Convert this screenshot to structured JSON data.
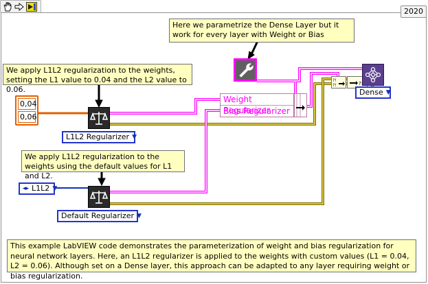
{
  "toolbar": {
    "icons": [
      "hand-tool-icon",
      "run-arrow-icon",
      "labview-icon"
    ]
  },
  "version_badge": "2020",
  "notes": {
    "dense_note": "Here we parametrize the Dense Layer but it work for every layer with Weight or Bias",
    "custom_note": "We apply L1L2 regularization to the weights, setting the L1 value to 0.04 and the L2 value to 0.06.",
    "default_note": "We apply L1L2 regularization to the weights using the default values for L1 and L2.",
    "description": "This example LabVIEW code demonstrates the parameterization of weight and bias regularization for neural network layers. Here, an L1L2 regularizer is applied to the weights with custom values (L1 = 0.04, L2 = 0.06). Although set on a Dense layer, this approach can be adapted to any layer requiring weight or bias regularization."
  },
  "array_constant": {
    "values": [
      "0,04",
      "0,06"
    ]
  },
  "rings": {
    "custom_regularizer": "L1L2 Regularizer",
    "default_regularizer": "Default Regularizer",
    "l1l2_enum": "L1L2",
    "dense_layer": "Dense"
  },
  "bundle": {
    "rows": [
      "Weight Regularizer",
      "Bias Regularizer"
    ]
  },
  "colors": {
    "pink_wire": "#ff00ff",
    "yellow_wire": "#e6d200",
    "orange_wire": "#e06000",
    "blue_wire": "#1133aa"
  }
}
